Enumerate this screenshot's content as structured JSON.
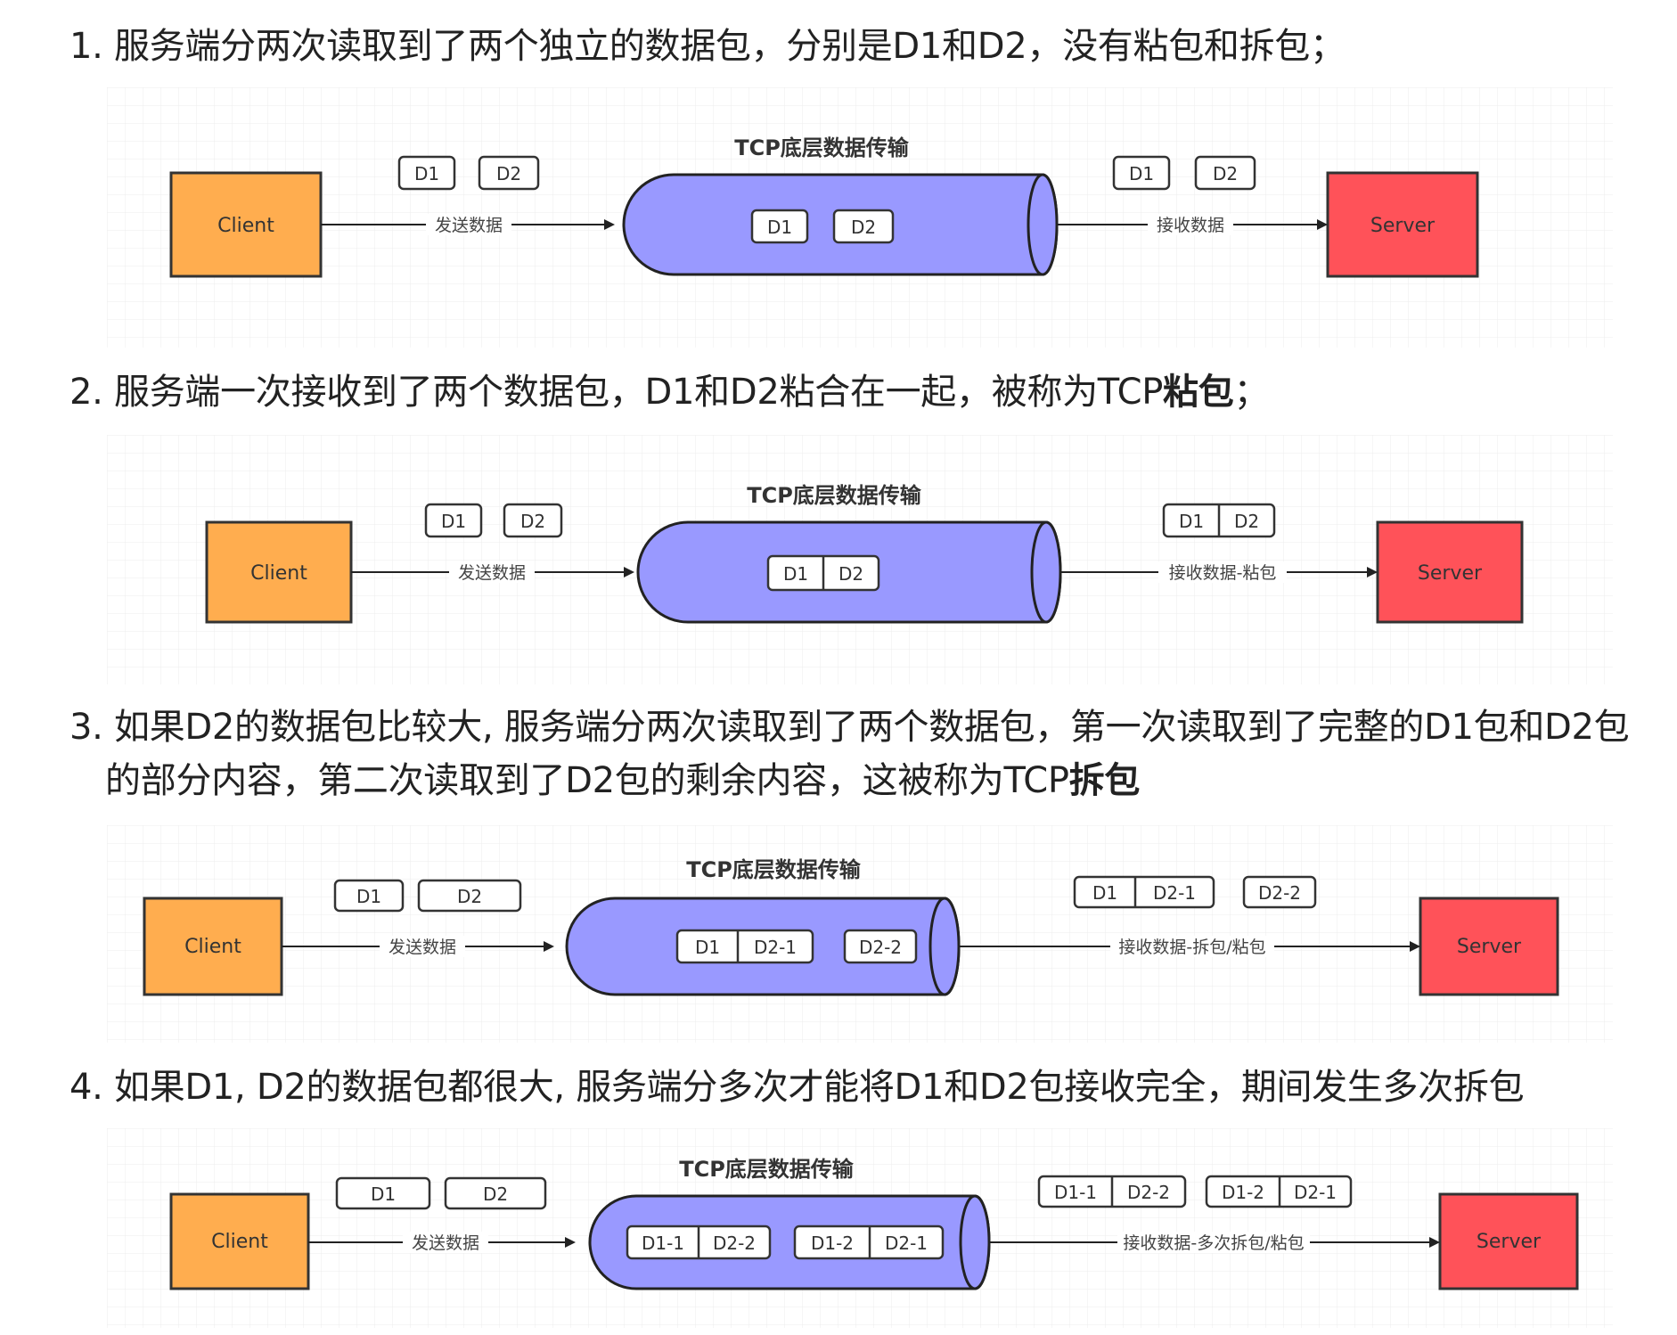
{
  "headings": [
    {
      "number": "1.",
      "text": "服务端分两次读取到了两个独立的数据包，分别是D1和D2，没有粘包和拆包；"
    },
    {
      "number": "2.",
      "text_before_bold": "服务端一次接收到了两个数据包，D1和D2粘合在一起，被称为TCP",
      "bold": "粘包",
      "text_after_bold": "；"
    },
    {
      "number": "3.",
      "line1": "如果D2的数据包比较大, 服务端分两次读取到了两个数据包，第一次读取到了完整的D1包和D2包",
      "line2_before_bold": "的部分内容，第二次读取到了D2包的剩余内容，这被称为TCP",
      "bold": "拆包"
    },
    {
      "number": "4.",
      "text": "如果D1, D2的数据包都很大, 服务端分多次才能将D1和D2包接收完全，期间发生多次拆包"
    }
  ],
  "diagrams": [
    {
      "client_label": "Client",
      "server_label": "Server",
      "pipe_title": "TCP底层数据传输",
      "send_label": "发送数据",
      "receive_label": "接收数据",
      "sent_packets": [
        "D1",
        "D2"
      ],
      "pipe_packets": [
        "D1",
        "D2"
      ],
      "received_packets": [
        "D1",
        "D2"
      ]
    },
    {
      "client_label": "Client",
      "server_label": "Server",
      "pipe_title": "TCP底层数据传输",
      "send_label": "发送数据",
      "receive_label": "接收数据-粘包",
      "sent_packets": [
        "D1",
        "D2"
      ],
      "pipe_packets": [
        "D1",
        "D2"
      ],
      "received_packets": [
        "D1",
        "D2"
      ]
    },
    {
      "client_label": "Client",
      "server_label": "Server",
      "pipe_title": "TCP底层数据传输",
      "send_label": "发送数据",
      "receive_label": "接收数据-拆包/粘包",
      "sent_packets": [
        "D1",
        "D2"
      ],
      "pipe_packets": [
        "D1",
        "D2-1",
        "D2-2"
      ],
      "received_packets": [
        "D1",
        "D2-1",
        "D2-2"
      ]
    },
    {
      "client_label": "Client",
      "server_label": "Server",
      "pipe_title": "TCP底层数据传输",
      "send_label": "发送数据",
      "receive_label": "接收数据-多次拆包/粘包",
      "sent_packets": [
        "D1",
        "D2"
      ],
      "pipe_packets": [
        "D1-1",
        "D2-2",
        "D1-2",
        "D2-1"
      ],
      "received_packets": [
        "D1-1",
        "D2-2",
        "D1-2",
        "D2-1"
      ]
    }
  ],
  "colors": {
    "client_fill": "#ffad4f",
    "server_fill": "#ff5259",
    "pipe_fill": "#9999ff",
    "outline": "#333333"
  }
}
